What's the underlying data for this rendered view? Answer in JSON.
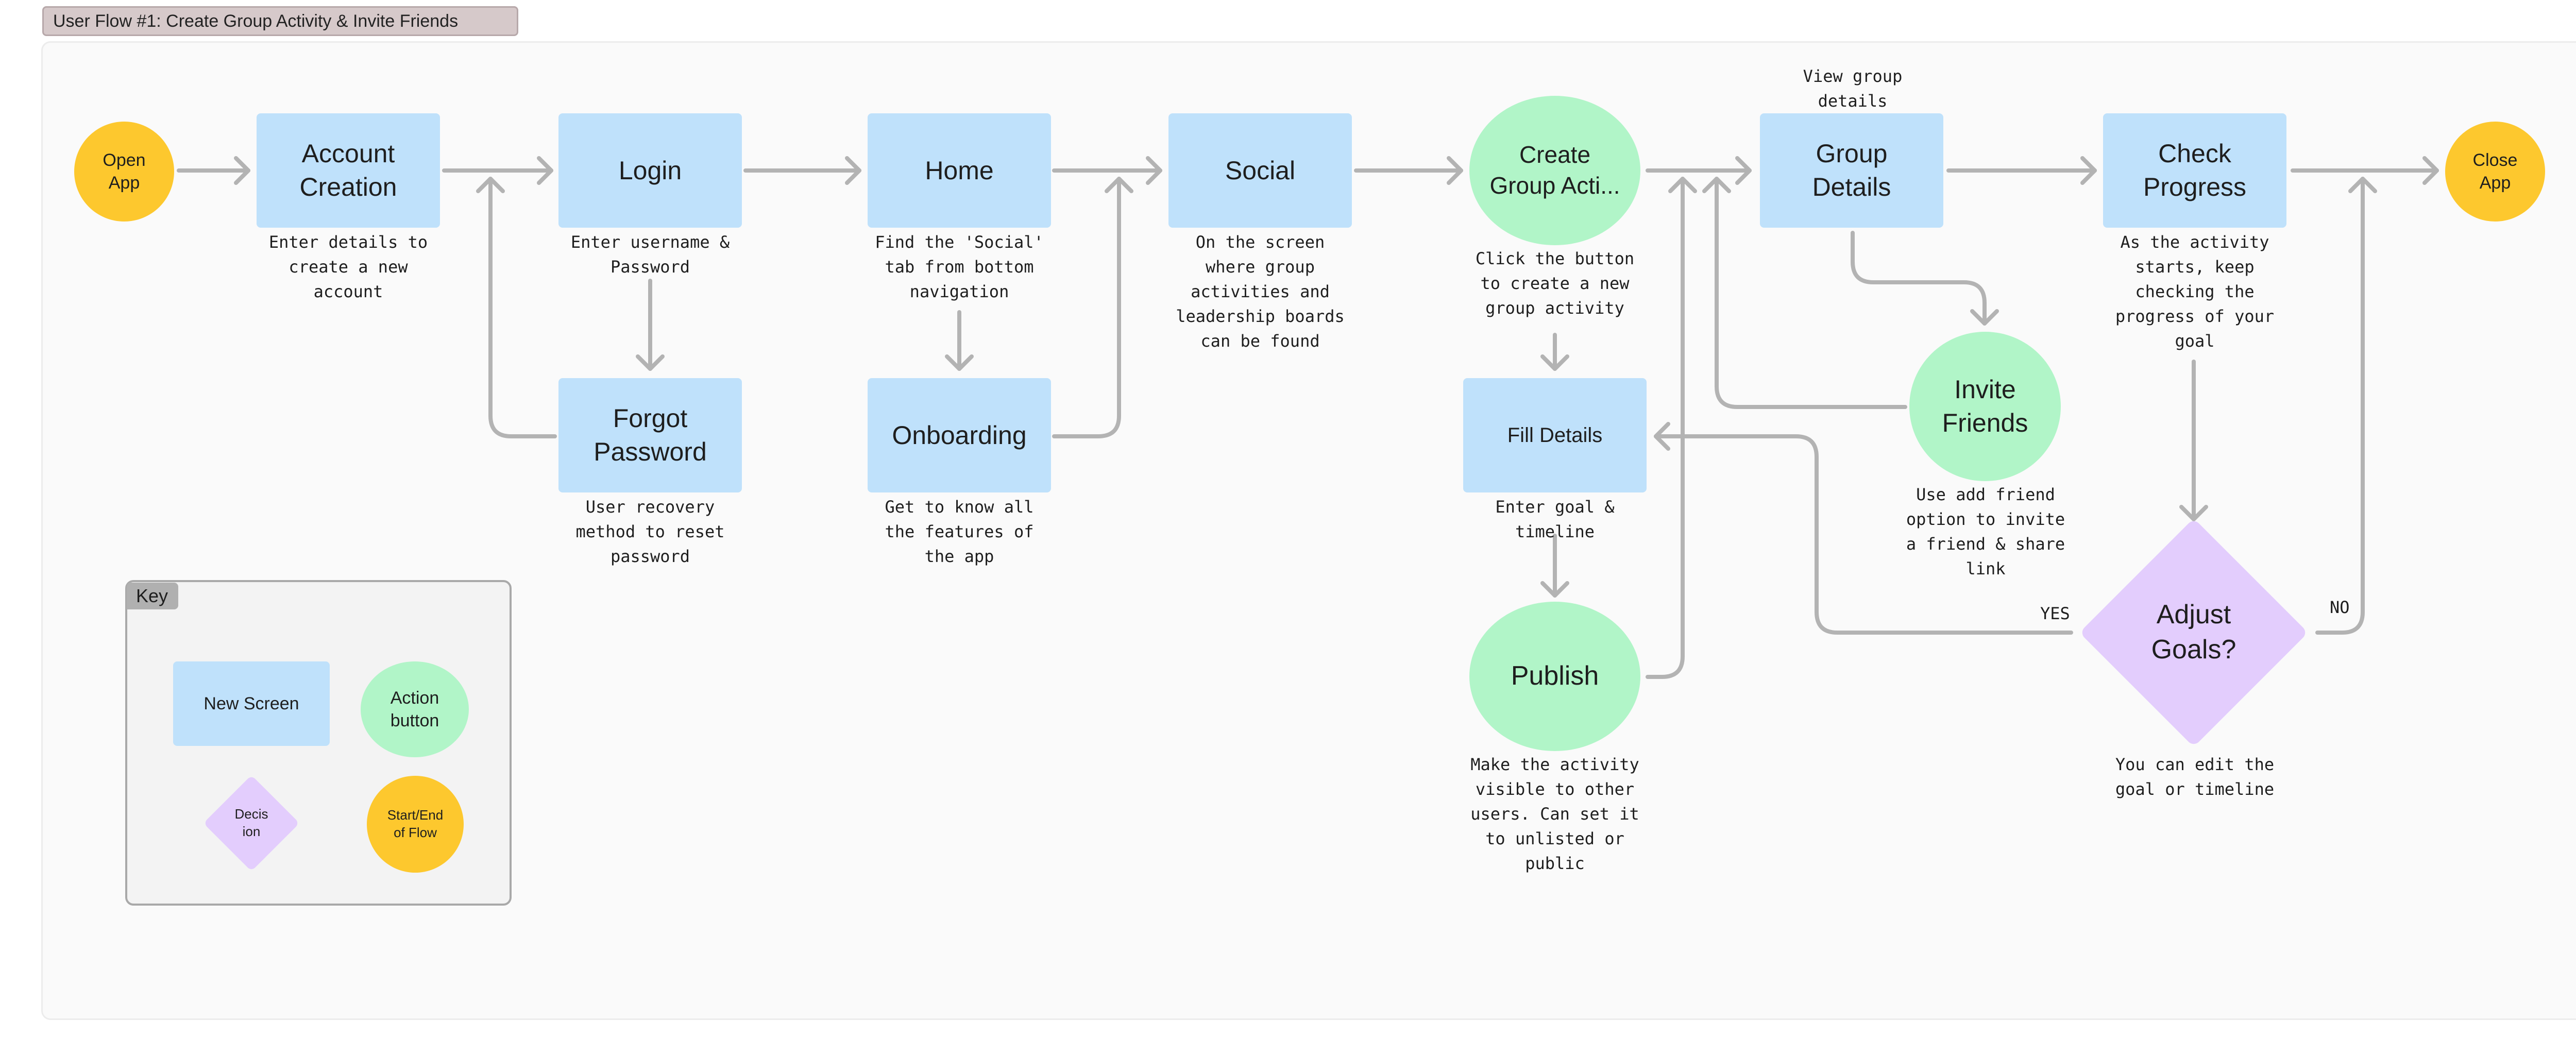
{
  "title": "User Flow #1: Create Group Activity & Invite Friends",
  "colors": {
    "screen": "#bfe1fb",
    "action": "#b1f5c8",
    "start_end": "#fdc82e",
    "decision": "#e3cdfd",
    "connector": "#b3b3b3",
    "title_tab": "#d6c9ca",
    "key_tab": "#b0b0b0"
  },
  "nodes": {
    "open_app": "Open\nApp",
    "account_creation": "Account\nCreation",
    "login": "Login",
    "home": "Home",
    "social": "Social",
    "create_group": "Create\nGroup Acti...",
    "group_details": "Group\nDetails",
    "check_progress": "Check\nProgress",
    "close_app": "Close\nApp",
    "forgot_password": "Forgot\nPassword",
    "onboarding": "Onboarding",
    "fill_details": "Fill Details",
    "invite_friends": "Invite\nFriends",
    "publish": "Publish",
    "adjust_goals": "Adjust\nGoals?"
  },
  "notes": {
    "account_creation": "Enter details to\ncreate a new\naccount",
    "login": "Enter username &\nPassword",
    "home": "Find the 'Social'\ntab from bottom\nnavigation",
    "social": "On the screen\nwhere group\nactivities and\nleadership boards\ncan be found",
    "create_group": "Click the button\nto create a new\ngroup activity",
    "group_details": "View group\ndetails",
    "check_progress": "As the activity\nstarts, keep\nchecking the\nprogress of your\ngoal",
    "forgot_password": "User recovery\nmethod to reset\npassword",
    "onboarding": "Get to know all\nthe features of\nthe app",
    "fill_details": "Enter goal &\ntimeline",
    "invite_friends": "Use add friend\noption to invite\na friend & share\nlink",
    "publish": "Make the activity\nvisible to other\nusers. Can set it\nto unlisted or\npublic",
    "adjust_goals": "You can edit the\ngoal or timeline"
  },
  "branches": {
    "yes": "YES",
    "no": "NO"
  },
  "key": {
    "title": "Key",
    "new_screen": "New Screen",
    "action_button": "Action\nbutton",
    "decision": "Decis\nion",
    "start_end": "Start/End\nof Flow"
  }
}
